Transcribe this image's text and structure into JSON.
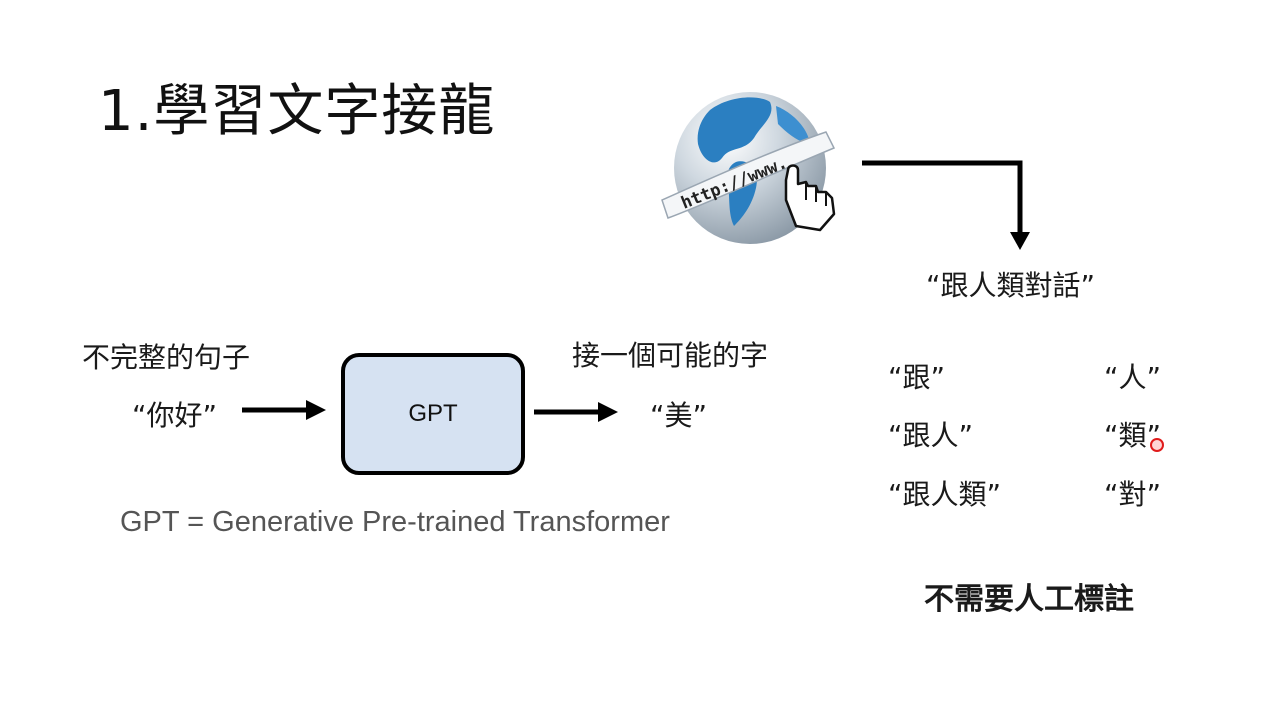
{
  "slide": {
    "title": "1.學習文字接龍",
    "target_text": "“跟人類對話”",
    "input": {
      "caption": "不完整的句子",
      "text": "“你好”"
    },
    "model_label": "GPT",
    "output": {
      "caption": "接一個可能的字",
      "text": "“美”"
    },
    "expansion": "GPT = Generative Pre-trained Transformer",
    "tokens": [
      "“跟”",
      "“人”",
      "“跟人”",
      "“類”",
      "“跟人類”",
      "“對”"
    ],
    "no_label_text": "不需要人工標註",
    "globe_banner": "http://www."
  },
  "colors": {
    "box_fill": "#d6e2f2",
    "globe_blue": "#2b7fc1",
    "cursor": "#e01b1b"
  },
  "icons": [
    "globe-icon",
    "hand-cursor-icon"
  ]
}
